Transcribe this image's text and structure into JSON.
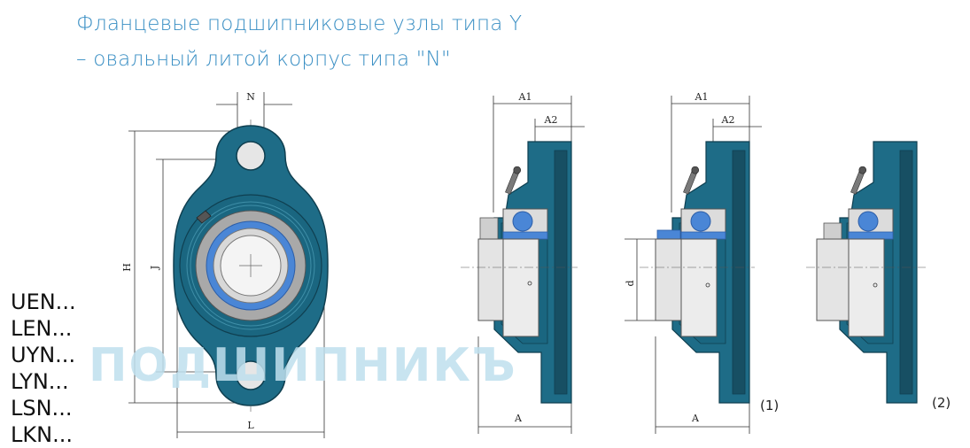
{
  "title": {
    "line1": "Фланцевые подшипниковые узлы типа Y",
    "line2": "– овальный литой корпус типа \"N\""
  },
  "product_codes": [
    "UEN...",
    "LEN...",
    "UYN...",
    "LYN...",
    "LSN...",
    "LKN..."
  ],
  "dimensions": {
    "n": "N",
    "h": "H",
    "j": "J",
    "l": "L",
    "a1": "A1",
    "a2": "A2",
    "a": "A",
    "d": "d"
  },
  "variants": {
    "v1": "(1)",
    "v2": "(2)"
  },
  "watermark": "ПОДШИПНИКЪ",
  "colors": {
    "housing": "#1e6c87",
    "housing_dark": "#124d62",
    "bearing_ring": "#4a86d6",
    "title": "#3a8fc4"
  }
}
